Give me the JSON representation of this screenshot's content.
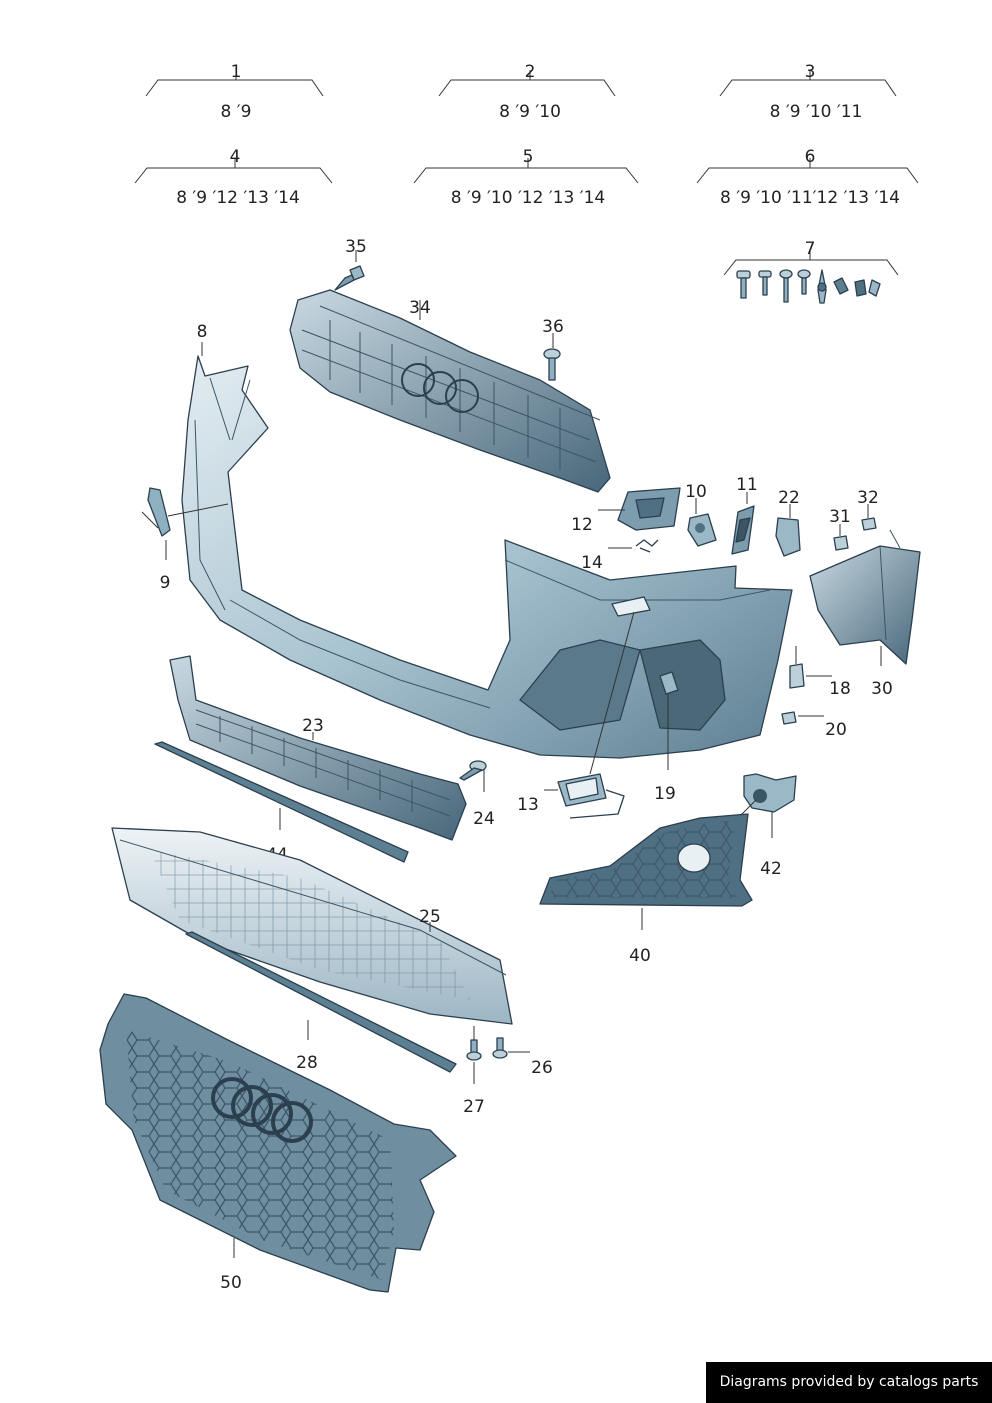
{
  "kits": [
    {
      "number": "1",
      "contents": "8 ′9"
    },
    {
      "number": "2",
      "contents": "8 ′9 ′10"
    },
    {
      "number": "3",
      "contents": "8 ′9 ′10 ′11"
    },
    {
      "number": "4",
      "contents": "8 ′9 ′12 ′13 ′14"
    },
    {
      "number": "5",
      "contents": "8 ′9 ′10 ′12 ′13 ′14"
    },
    {
      "number": "6",
      "contents": "8 ′9 ′10 ′11′12 ′13 ′14"
    },
    {
      "number": "7",
      "contents": ""
    }
  ],
  "callouts": [
    "35",
    "34",
    "36",
    "8",
    "9",
    "12",
    "10",
    "11",
    "22",
    "32",
    "31",
    "14",
    "30",
    "18",
    "20",
    "19",
    "23",
    "24",
    "13",
    "44",
    "42",
    "25",
    "40",
    "28",
    "26",
    "27",
    "50"
  ],
  "footer": {
    "credit": "Diagrams provided by catalogs parts"
  },
  "colors": {
    "part_light": "#dbe6ec",
    "part_mid": "#9fbccb",
    "part_dark": "#4f6f82",
    "outline": "#2b3f4f",
    "credit_bg": "#000000"
  }
}
